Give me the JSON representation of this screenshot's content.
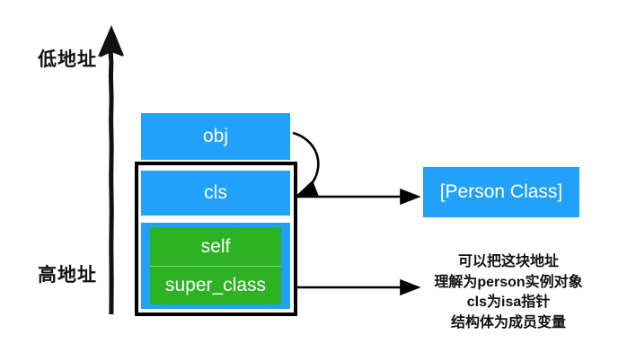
{
  "diagram": {
    "title": "Objective-C object memory layout",
    "colors": {
      "blue": "#21A1FA",
      "green": "#2DB224",
      "outline": "#000000",
      "text_on_fill": "#ffffff",
      "text_dark": "#111111",
      "background": "#ffffff"
    },
    "axis": {
      "low_address_label": "低地址",
      "high_address_label": "高地址",
      "arrow_direction": "up",
      "arrow_name": "memory-direction-arrow"
    },
    "boxes": {
      "obj": "obj",
      "cls": "cls",
      "self": "self",
      "super_class": "super_class",
      "person_class": "[Person Class]"
    },
    "annotation": {
      "line1": "可以把这块地址",
      "line2": "理解为person实例对象",
      "line3": "cls为isa指针",
      "line4": "结构体为成员变量"
    },
    "connections": [
      {
        "name": "obj-to-cls-curve",
        "from": "obj",
        "to": "cls",
        "style": "curved"
      },
      {
        "name": "cls-to-person-class",
        "from": "cls",
        "to": "person_class",
        "style": "straight"
      },
      {
        "name": "super-class-to-annotation",
        "from": "super_class",
        "to": "annotation",
        "style": "straight"
      }
    ]
  }
}
